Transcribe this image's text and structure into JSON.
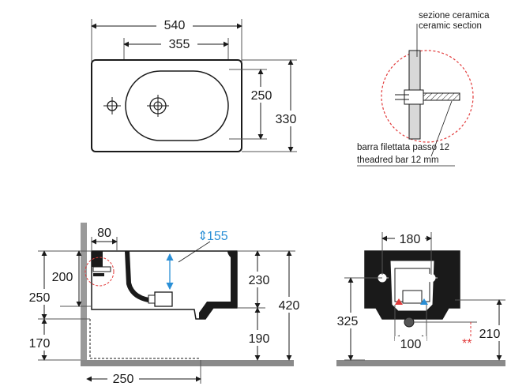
{
  "top_view": {
    "overall_width": "540",
    "bowl_width": "355",
    "bowl_depth": "250",
    "overall_depth": "330"
  },
  "section_detail": {
    "label_it": "sezione ceramica",
    "label_en": "ceramic section",
    "bar_label_it": "barra filettata passo 12",
    "bar_label_en": "theadred bar 12 mm"
  },
  "side_view": {
    "dim_80": "80",
    "dim_155": "155",
    "dim_200": "200",
    "dim_250_left": "250",
    "dim_230": "230",
    "dim_420": "420",
    "dim_190": "190",
    "dim_170": "170",
    "dim_250_bottom": "250",
    "arrow_glyph": "⇕"
  },
  "rear_view": {
    "dim_180": "180",
    "dim_325": "325",
    "dim_100": "100",
    "dim_210": "210",
    "asterisk": "**"
  },
  "colors": {
    "line": "#1a1a1a",
    "dim_line": "#555555",
    "water_blue": "#2a8fd6",
    "detail_red": "#e23b3b",
    "floor_gray": "#8a8a8a"
  }
}
